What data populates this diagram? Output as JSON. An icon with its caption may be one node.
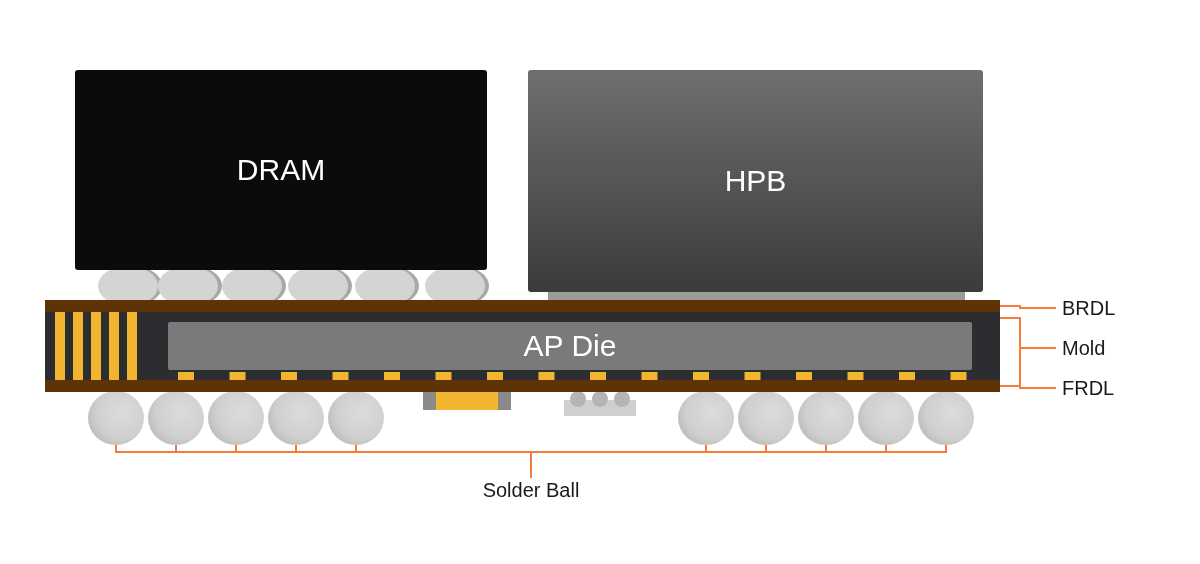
{
  "diagram": {
    "nodes": [
      {
        "text": [
          "DRAM"
        ]
      },
      {
        "text": [
          "HPB"
        ]
      },
      {
        "text": [],
        "shape": "box"
      },
      {
        "text": [
          "AP Die"
        ],
        "in": 2
      },
      {
        "text": [],
        "shape": "bar"
      },
      {
        "text": [],
        "shape": "bar"
      },
      {
        "text": [],
        "shape": "circle"
      },
      {
        "text": [],
        "shape": "circle"
      },
      {
        "text": [],
        "shape": "circle"
      },
      {
        "text": [],
        "shape": "circle"
      },
      {
        "text": [],
        "shape": "circle"
      },
      {
        "text": [],
        "shape": "circle"
      },
      {
        "text": [],
        "shape": "circle"
      },
      {
        "text": [],
        "shape": "circle"
      },
      {
        "text": [],
        "shape": "circle"
      },
      {
        "text": [],
        "shape": "circle"
      },
      {
        "text": [
          "BRDL"
        ]
      },
      {
        "text": [
          "Mold"
        ]
      },
      {
        "text": [
          "FRDL"
        ]
      },
      {
        "text": [
          "Solder Ball"
        ]
      }
    ],
    "edges": [
      {
        "from": 16,
        "to": 4,
        "arrow": "none"
      },
      {
        "from": 17,
        "to": 2,
        "arrow": "none"
      },
      {
        "from": 18,
        "to": 5,
        "arrow": "none"
      },
      {
        "from": 19,
        "to": 6,
        "arrow": "none"
      },
      {
        "from": 19,
        "to": 7,
        "arrow": "none"
      },
      {
        "from": 19,
        "to": 8,
        "arrow": "none"
      },
      {
        "from": 19,
        "to": 9,
        "arrow": "none"
      },
      {
        "from": 19,
        "to": 10,
        "arrow": "none"
      },
      {
        "from": 19,
        "to": 11,
        "arrow": "none"
      },
      {
        "from": 19,
        "to": 12,
        "arrow": "none"
      },
      {
        "from": 19,
        "to": 13,
        "arrow": "none"
      },
      {
        "from": 19,
        "to": 14,
        "arrow": "none"
      },
      {
        "from": 19,
        "to": 15,
        "arrow": "none"
      }
    ]
  }
}
